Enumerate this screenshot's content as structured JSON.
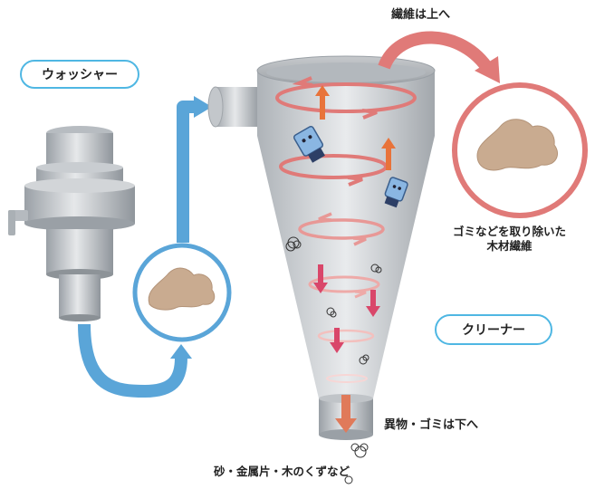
{
  "labels": {
    "washer": "ウォッシャー",
    "cleaner": "クリーナー",
    "fiber_up": "繊維は上へ",
    "clean_fiber_line1": "ゴミなどを取り除いた",
    "clean_fiber_line2": "木材繊維",
    "debris_down": "異物・ゴミは下へ",
    "debris_examples": "砂・金属片・木のくずなど"
  },
  "icons": {
    "washer": "washer-machine-icon",
    "cyclone": "cyclone-cleaner-icon",
    "pulp": "wood-fiber-pile-icon",
    "debris": "debris-scribble-icon",
    "mascot": "mascot-character-icon"
  },
  "colors": {
    "blue_flow": "#5aa5d8",
    "red_swirl": "#e07a78",
    "orange_arrow": "#e8733a",
    "down_arrow": "#d9476a",
    "bubble_border": "#4fb7e3",
    "pulp": "#c9ab90"
  }
}
